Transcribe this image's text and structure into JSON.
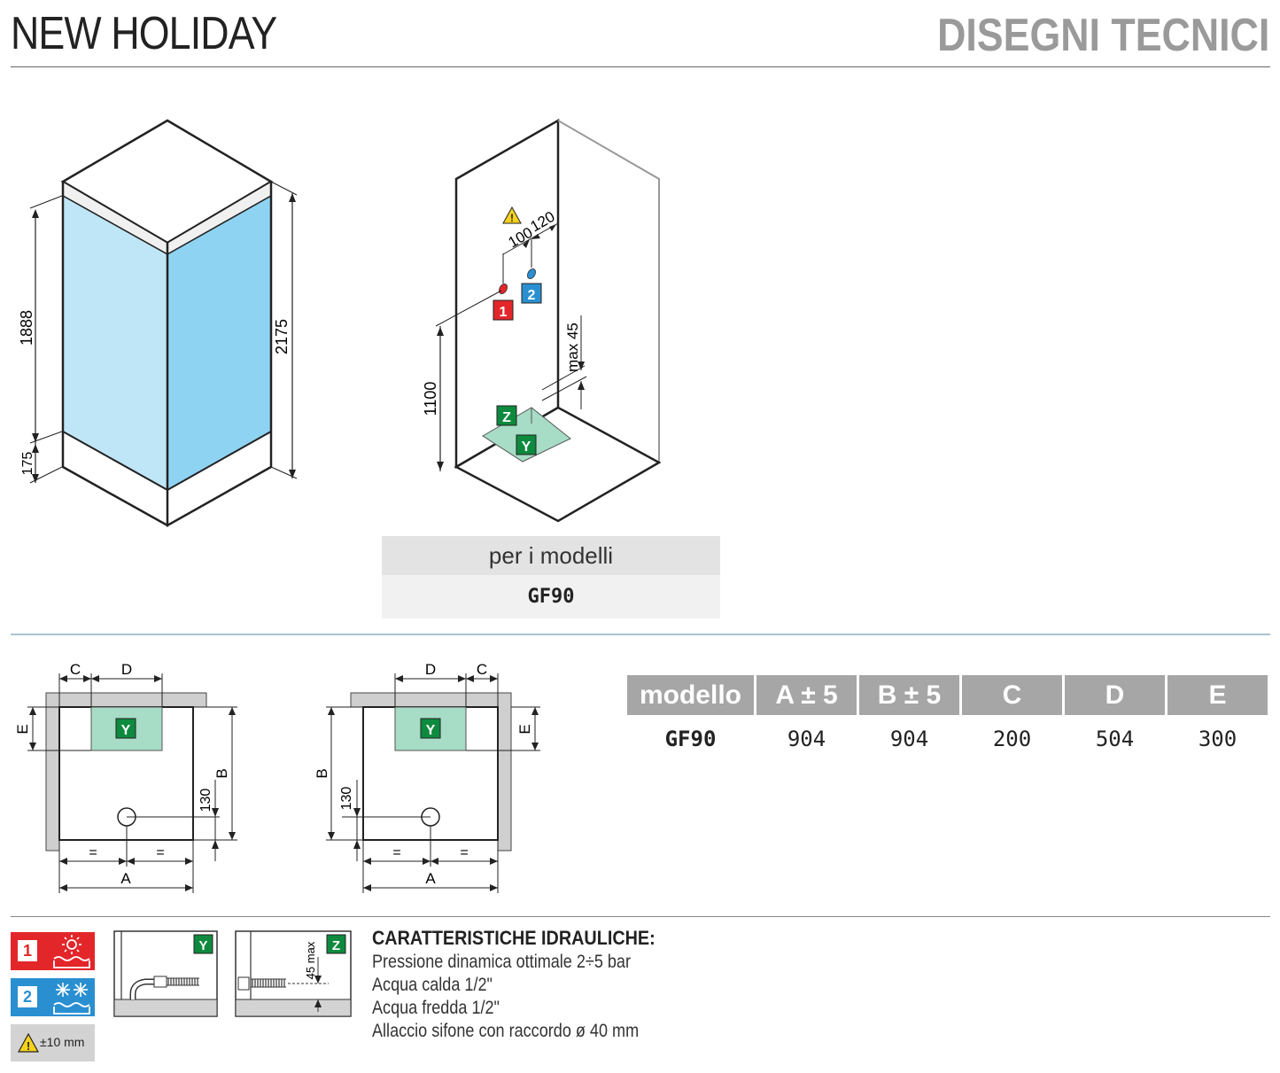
{
  "header": {
    "title": "NEW HOLIDAY",
    "section": "DISEGNI TECNICI"
  },
  "cabin_dims": {
    "height_1888": "1888",
    "height_175": "175",
    "height_2175": "2175"
  },
  "wall_dims": {
    "d100": "100",
    "d120": "120",
    "h1100": "1100",
    "max45": "max 45"
  },
  "markers": {
    "hot": "1",
    "cold": "2",
    "z": "Z",
    "y": "Y"
  },
  "models_box": {
    "header": "per i modelli",
    "model": "GF90"
  },
  "plan_labels": {
    "c": "C",
    "d": "D",
    "e": "E",
    "b": "B",
    "a": "A",
    "h130": "130",
    "eq": "="
  },
  "dims_table": {
    "headers": [
      "modello",
      "A ± 5",
      "B ± 5",
      "C",
      "D",
      "E"
    ],
    "rows": [
      [
        "GF90",
        "904",
        "904",
        "200",
        "504",
        "300"
      ]
    ]
  },
  "legend": {
    "hot_num": "1",
    "cold_num": "2",
    "tolerance": "±10 mm",
    "detail_max": "45 max"
  },
  "hydraulics": {
    "title": "CARATTERISTICHE IDRAULICHE:",
    "lines": [
      "Pressione dinamica ottimale 2÷5 bar",
      "Acqua calda 1/2\"",
      "Acqua fredda 1/2\"",
      "Allaccio sifone con raccordo ø 40 mm"
    ]
  },
  "colors": {
    "hot": "#e3262a",
    "cold": "#2a8fd0",
    "green": "#0e8a3e",
    "glass_left": "#bfe6f7",
    "glass_right": "#8fd3f2",
    "drain_area": "#a7dcc6"
  }
}
